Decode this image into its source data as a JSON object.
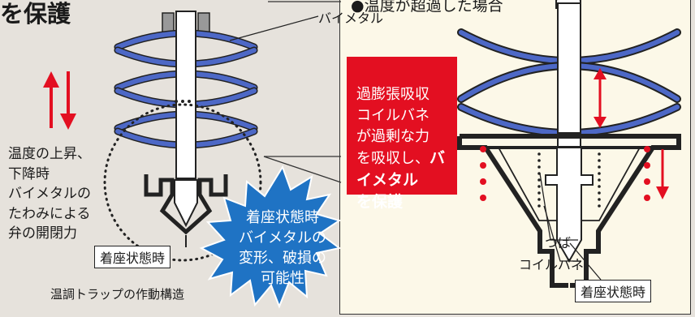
{
  "left": {
    "title": "を保護",
    "bimetal_label": "バイメタル",
    "temperature_note": "温度の上昇、\n下降時\nバイメタルの\nたわみによる\n弁の開閉力",
    "seated_label": "着座状態時",
    "caption": "温調トラップの作動構造"
  },
  "burst": {
    "text": "着座状態時\nバイメタルの\n変形、破損の\n可能性"
  },
  "right": {
    "title": "●温度が超過した場合",
    "red_box_text": "過膨張吸収\nコイルバネ\nが過剰な力\nを吸収し、",
    "red_box_emphasis": "バイメタル\nを保護",
    "collar_label": "つば",
    "coil_label": "コイルバネ",
    "seated_label": "着座状態時"
  },
  "colors": {
    "background": "#e6e2dc",
    "panel": "#fcf8e8",
    "accent_red": "#e30f21",
    "bimetal_blue": "#3a55b0",
    "burst_blue": "#1f73c4"
  }
}
